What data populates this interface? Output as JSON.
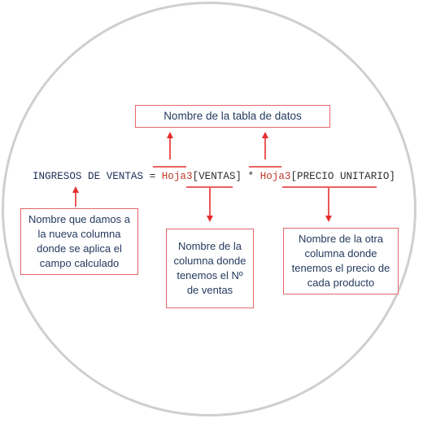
{
  "colors": {
    "accent": "#e52d2d",
    "box_border": "#e4666a",
    "text": "#243a5e",
    "formula_field": "#c0392b",
    "formula_text": "#2d2d2d"
  },
  "formula": {
    "result_name": "INGRESOS DE VENTAS",
    "equals": " = ",
    "table_1": "Hoja3",
    "column_1": "[VENTAS]",
    "operator": " * ",
    "table_2": "Hoja3",
    "column_2": "[PRECIO UNITARIO]"
  },
  "labels": {
    "table_name": "Nombre de la tabla de datos",
    "new_column": "Nombre que damos a la nueva columna donde se aplica el campo calculado",
    "sales_column": "Nombre de la columna donde tenemos el Nº de ventas",
    "price_column": "Nombre de la otra columna donde tenemos el precio de cada producto"
  }
}
